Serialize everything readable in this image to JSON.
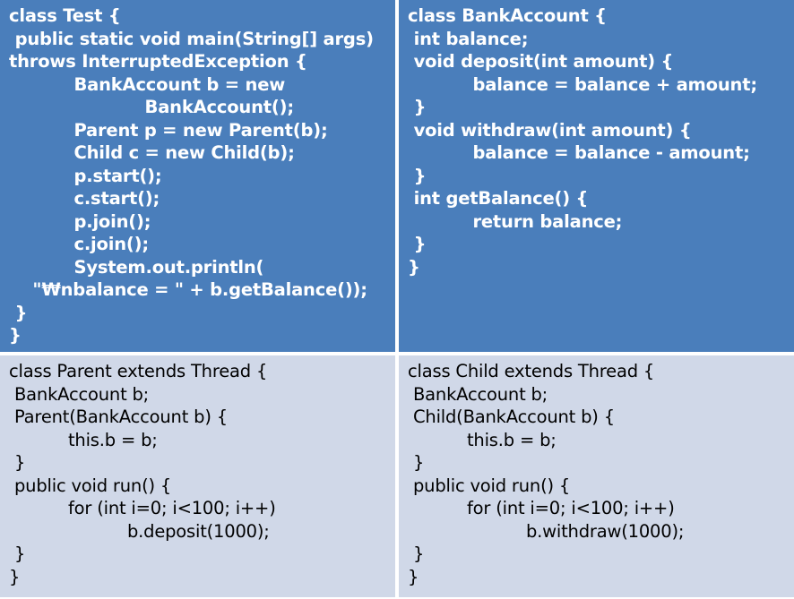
{
  "panels": [
    {
      "id": "test",
      "lines": [
        "class Test {",
        " public static void main(String[] args)",
        "throws InterruptedException {",
        "           BankAccount b = new",
        "                       BankAccount();",
        "           Parent p = new Parent(b);",
        "           Child c = new Child(b);",
        "           p.start();",
        "           c.start();",
        "           p.join();",
        "           c.join();",
        "           System.out.println(",
        "    \"₩nbalance = \" + b.getBalance());",
        " }",
        "}"
      ]
    },
    {
      "id": "bankaccount",
      "lines": [
        "class BankAccount {",
        " int balance;",
        " void deposit(int amount) {",
        "           balance = balance + amount;",
        " }",
        " void withdraw(int amount) {",
        "           balance = balance - amount;",
        " }",
        " int getBalance() {",
        "           return balance;",
        " }",
        "}"
      ]
    },
    {
      "id": "parent",
      "lines": [
        "class Parent extends Thread {",
        " BankAccount b;",
        " Parent(BankAccount b) {",
        "           this.b = b;",
        " }",
        " public void run() {",
        "           for (int i=0; i<100; i++)",
        "                      b.deposit(1000);",
        " }",
        "}"
      ]
    },
    {
      "id": "child",
      "lines": [
        "class Child extends Thread {",
        " BankAccount b;",
        " Child(BankAccount b) {",
        "           this.b = b;",
        " }",
        " public void run() {",
        "           for (int i=0; i<100; i++)",
        "                      b.withdraw(1000);",
        " }",
        "}"
      ]
    }
  ]
}
